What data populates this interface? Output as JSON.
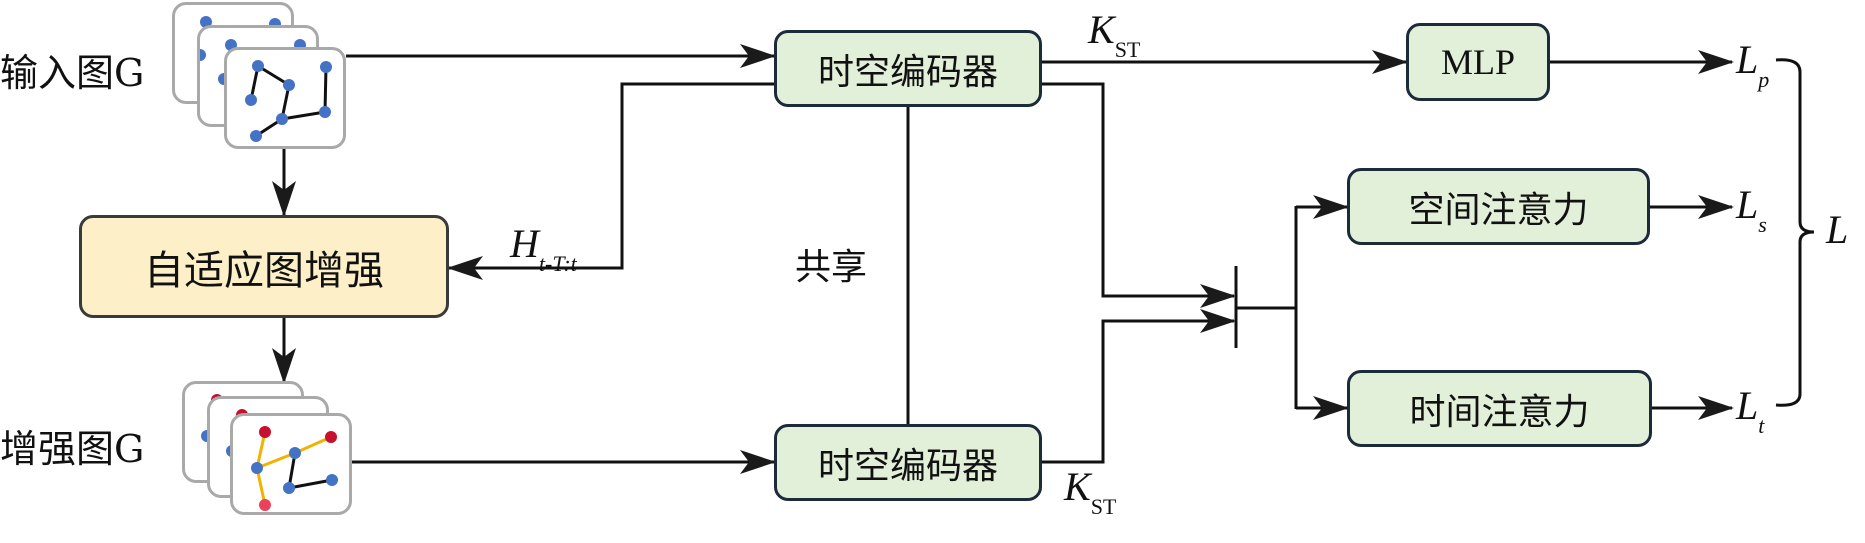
{
  "left": {
    "input_graph_label": "输入图G",
    "augmented_graph_label": "增强图G",
    "adaptive_augmentation": "自适应图增强",
    "feedback": {
      "symbol": "H",
      "subscript": "t-T:t"
    }
  },
  "encoders": {
    "top_label": "时空编码器",
    "bottom_label": "时空编码器",
    "shared_label": "共享",
    "top_output": {
      "symbol": "K",
      "subscript": "ST"
    },
    "bottom_output": {
      "symbol": "K",
      "subscript": "ST"
    }
  },
  "heads": {
    "mlp": "MLP",
    "spatial_attention": "空间注意力",
    "temporal_attention": "时间注意力"
  },
  "losses": {
    "lp": {
      "symbol": "L",
      "subscript": "p"
    },
    "ls": {
      "symbol": "L",
      "subscript": "s"
    },
    "lt": {
      "symbol": "L",
      "subscript": "t"
    },
    "total": "L"
  },
  "colors": {
    "encoder_fill": "#e2efd9",
    "augment_fill": "#fdf0c8",
    "node_blue": "#4472c4",
    "node_red": "#c8102e",
    "node_pink": "#e8435a",
    "edge_added": "#f0b400",
    "card_border": "#a9a9a9"
  }
}
